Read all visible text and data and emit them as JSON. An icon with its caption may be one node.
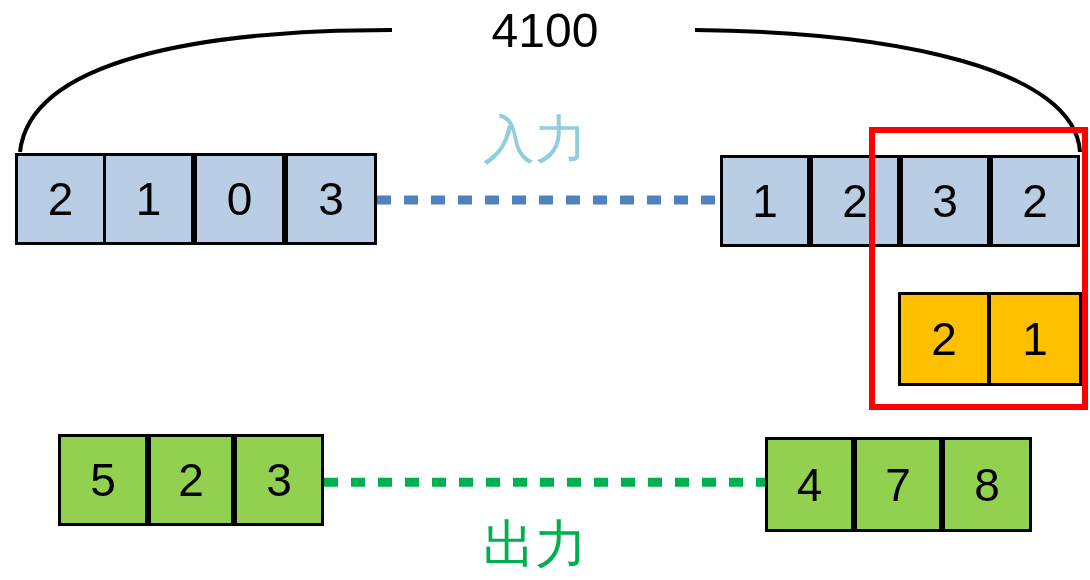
{
  "diagram": {
    "nodes": [
      {
        "text": [
          "2"
        ]
      },
      {
        "text": [
          "1"
        ]
      },
      {
        "text": [
          "0"
        ]
      },
      {
        "text": [
          "3"
        ]
      },
      {
        "text": [
          "1"
        ]
      },
      {
        "text": [
          "2"
        ]
      },
      {
        "text": [],
        "shape": "box"
      },
      {
        "text": [
          "3"
        ],
        "in": 6
      },
      {
        "text": [
          "2"
        ],
        "in": 6
      },
      {
        "text": [
          "2"
        ],
        "in": 6
      },
      {
        "text": [
          "1"
        ],
        "in": 6
      },
      {
        "text": [
          "5"
        ]
      },
      {
        "text": [
          "2"
        ]
      },
      {
        "text": [
          "3"
        ]
      },
      {
        "text": [
          "4"
        ]
      },
      {
        "text": [
          "7"
        ]
      },
      {
        "text": [
          "8"
        ]
      }
    ],
    "edges": [
      {
        "from": 3,
        "to": 4,
        "arrow": "none",
        "style": "dashed",
        "color": "#4f81bd"
      },
      {
        "from": 13,
        "to": 14,
        "arrow": "none",
        "style": "dashed",
        "color": "#00b050"
      }
    ],
    "labels": [
      "4100",
      "入力",
      "出力"
    ]
  }
}
